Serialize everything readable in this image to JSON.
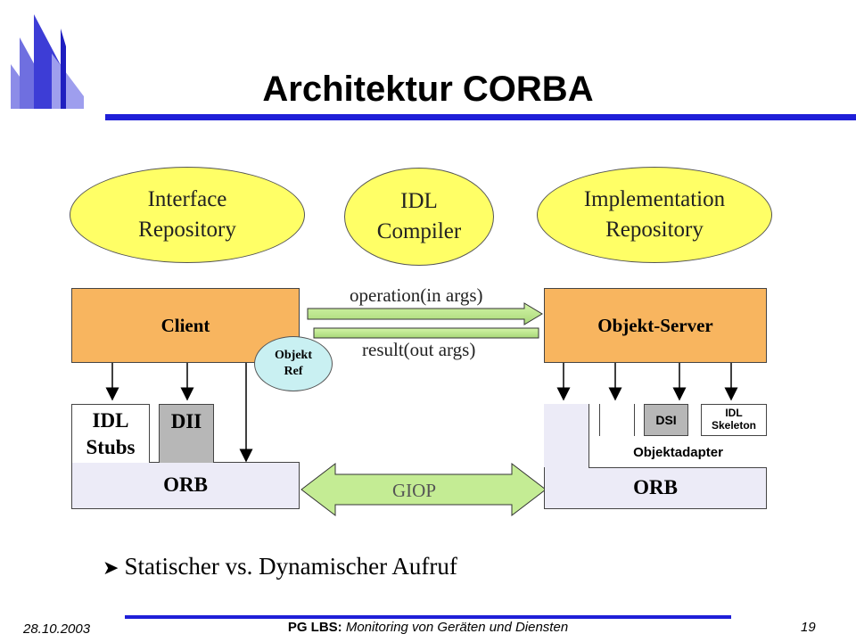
{
  "slide": {
    "title": "Architektur CORBA",
    "bullet": "Statischer vs. Dynamischer Aufruf"
  },
  "repositories": {
    "interface": "Interface\nRepository",
    "idl_compiler": "IDL\nCompiler",
    "implementation": "Implementation\nRepository"
  },
  "client": {
    "label": "Client",
    "idl_stubs": "IDL\nStubs",
    "dii": "DII",
    "orb": "ORB"
  },
  "objekt_ref": "Objekt\nRef",
  "messages": {
    "operation": "operation(in args)",
    "result": "result(out args)",
    "giop": "GIOP"
  },
  "server": {
    "label": "Objekt-Server",
    "dsi": "DSI",
    "idl_skeleton": "IDL\nSkeleton",
    "objektadapter": "Objektadapter",
    "orb": "ORB"
  },
  "footer": {
    "date": "28.10.2003",
    "center_bold": "PG LBS:",
    "center_italic": "Monitoring von Geräten und Diensten",
    "page": "19"
  },
  "colors": {
    "accent": "#1f1fd8",
    "ellipse_fill": "#ffff66",
    "box_orange": "#f8b55f",
    "orb_fill": "#ecebf7",
    "arrow_green": "#c4ec94",
    "objref_fill": "#c9f0f2"
  },
  "icons": {
    "logo": "university-logo-icon",
    "bullet": "arrowhead-bullet-icon"
  }
}
